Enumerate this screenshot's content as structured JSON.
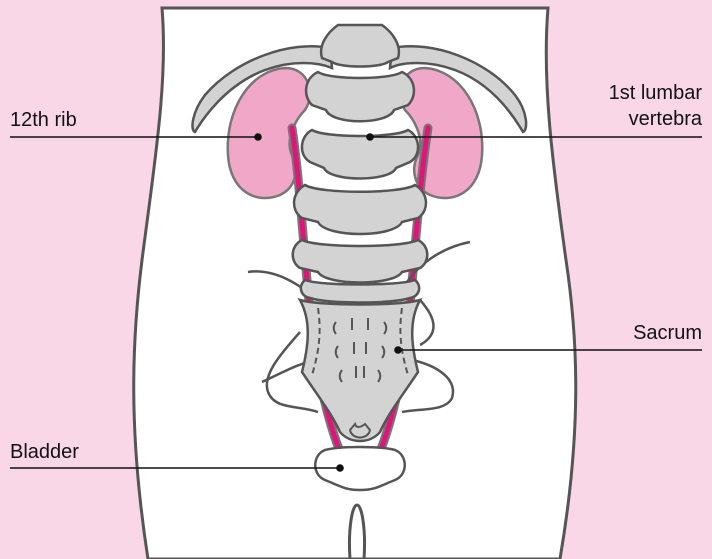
{
  "labels": {
    "rib": "12th rib",
    "lumbar_line1": "1st lumbar",
    "lumbar_line2": "vertebra",
    "sacrum": "Sacrum",
    "bladder": "Bladder"
  },
  "colors": {
    "background": "#f9d7e6",
    "body_fill": "#ffffff",
    "outline": "#555555",
    "bone": "#d3d3d3",
    "kidney": "#f0a7c8",
    "ureter": "#e0157a"
  }
}
